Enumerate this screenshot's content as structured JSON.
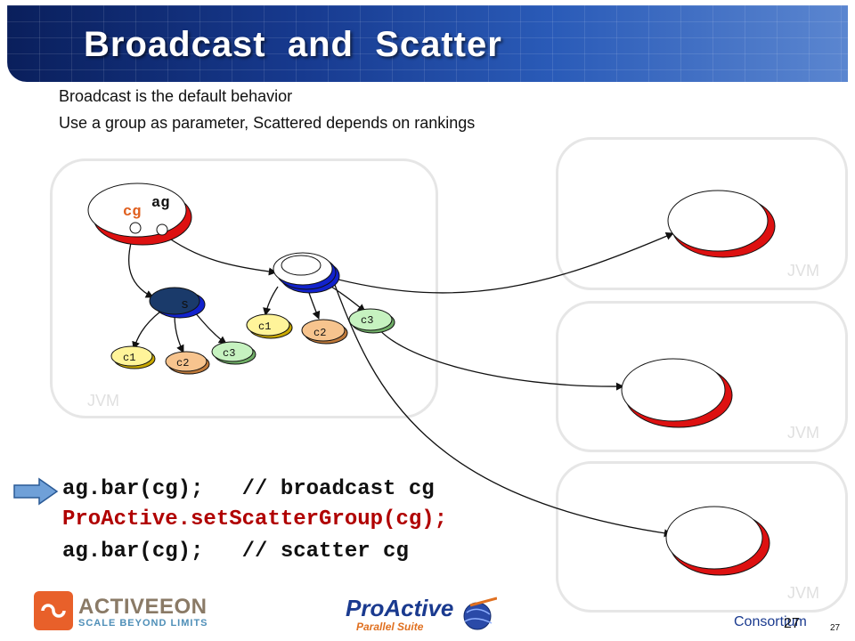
{
  "title": "Broadcast  and  Scatter",
  "bullets": [
    "Broadcast is the default behavior",
    "Use a group as parameter, Scattered depends on rankings"
  ],
  "jvm_label": "JVM",
  "diagram": {
    "cg": "cg",
    "ag": "ag",
    "s": "s",
    "c1": "c1",
    "c2": "c2",
    "c3": "c3"
  },
  "code": [
    "ag.bar(cg);   // broadcast cg",
    "ProActive.setScatterGroup(cg);",
    "ag.bar(cg);   // scatter cg"
  ],
  "footer": {
    "activeeon": "ACTIVEEON",
    "activeeon_tag": "SCALE BEYOND LIMITS",
    "proactive": "ProActive",
    "proactive_tag": "Parallel Suite",
    "consortium": "Consortium",
    "page_big": "27",
    "page_small": "27"
  },
  "colors": {
    "red": "#dd1111",
    "blue": "#1122cc",
    "yellow": "#fff49a",
    "orange": "#f7c48e",
    "green": "#c6f2c0",
    "navy": "#1a3a6a"
  }
}
